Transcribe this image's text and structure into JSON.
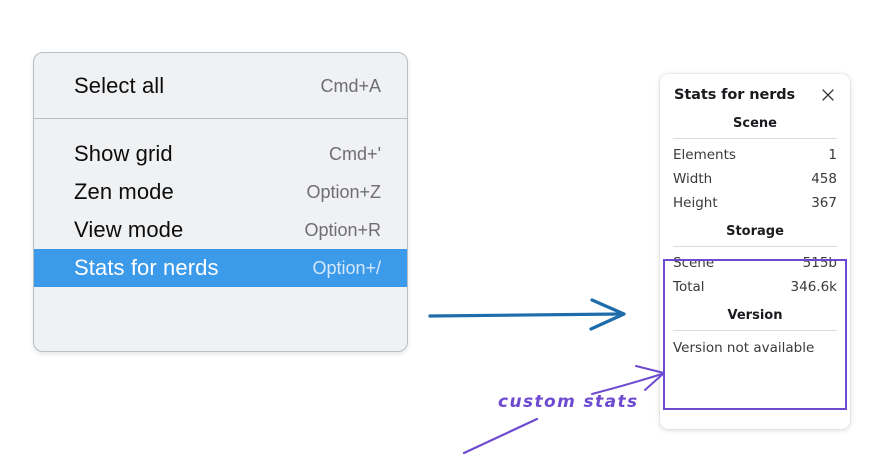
{
  "canvas": {
    "background": "#ffffff",
    "accent_blue": "#3b9aea",
    "arrow_blue": "#1f6cab",
    "annotation_purple": "#6d4ad0"
  },
  "context_menu": {
    "groups": [
      {
        "items": [
          {
            "label": "Select all",
            "shortcut": "Cmd+A",
            "highlighted": false
          }
        ]
      },
      {
        "items": [
          {
            "label": "Show grid",
            "shortcut": "Cmd+'",
            "highlighted": false
          },
          {
            "label": "Zen mode",
            "shortcut": "Option+Z",
            "highlighted": false
          },
          {
            "label": "View mode",
            "shortcut": "Option+R",
            "highlighted": false
          },
          {
            "label": "Stats for nerds",
            "shortcut": "Option+/",
            "highlighted": true
          }
        ]
      }
    ]
  },
  "stats_panel": {
    "title": "Stats for nerds",
    "close_icon": "close-icon",
    "sections": [
      {
        "name": "Scene",
        "rows": [
          {
            "key": "Elements",
            "value": "1"
          },
          {
            "key": "Width",
            "value": "458"
          },
          {
            "key": "Height",
            "value": "367"
          }
        ]
      },
      {
        "name": "Storage",
        "rows": [
          {
            "key": "Scene",
            "value": "515b"
          },
          {
            "key": "Total",
            "value": "346.6k"
          }
        ]
      },
      {
        "name": "Version",
        "text": "Version not available"
      }
    ]
  },
  "annotations": {
    "handwritten_label": "custom stats",
    "blue_arrow": "points from context menu to stats panel",
    "purple_arrow": "points from handwritten label to custom stats box"
  }
}
